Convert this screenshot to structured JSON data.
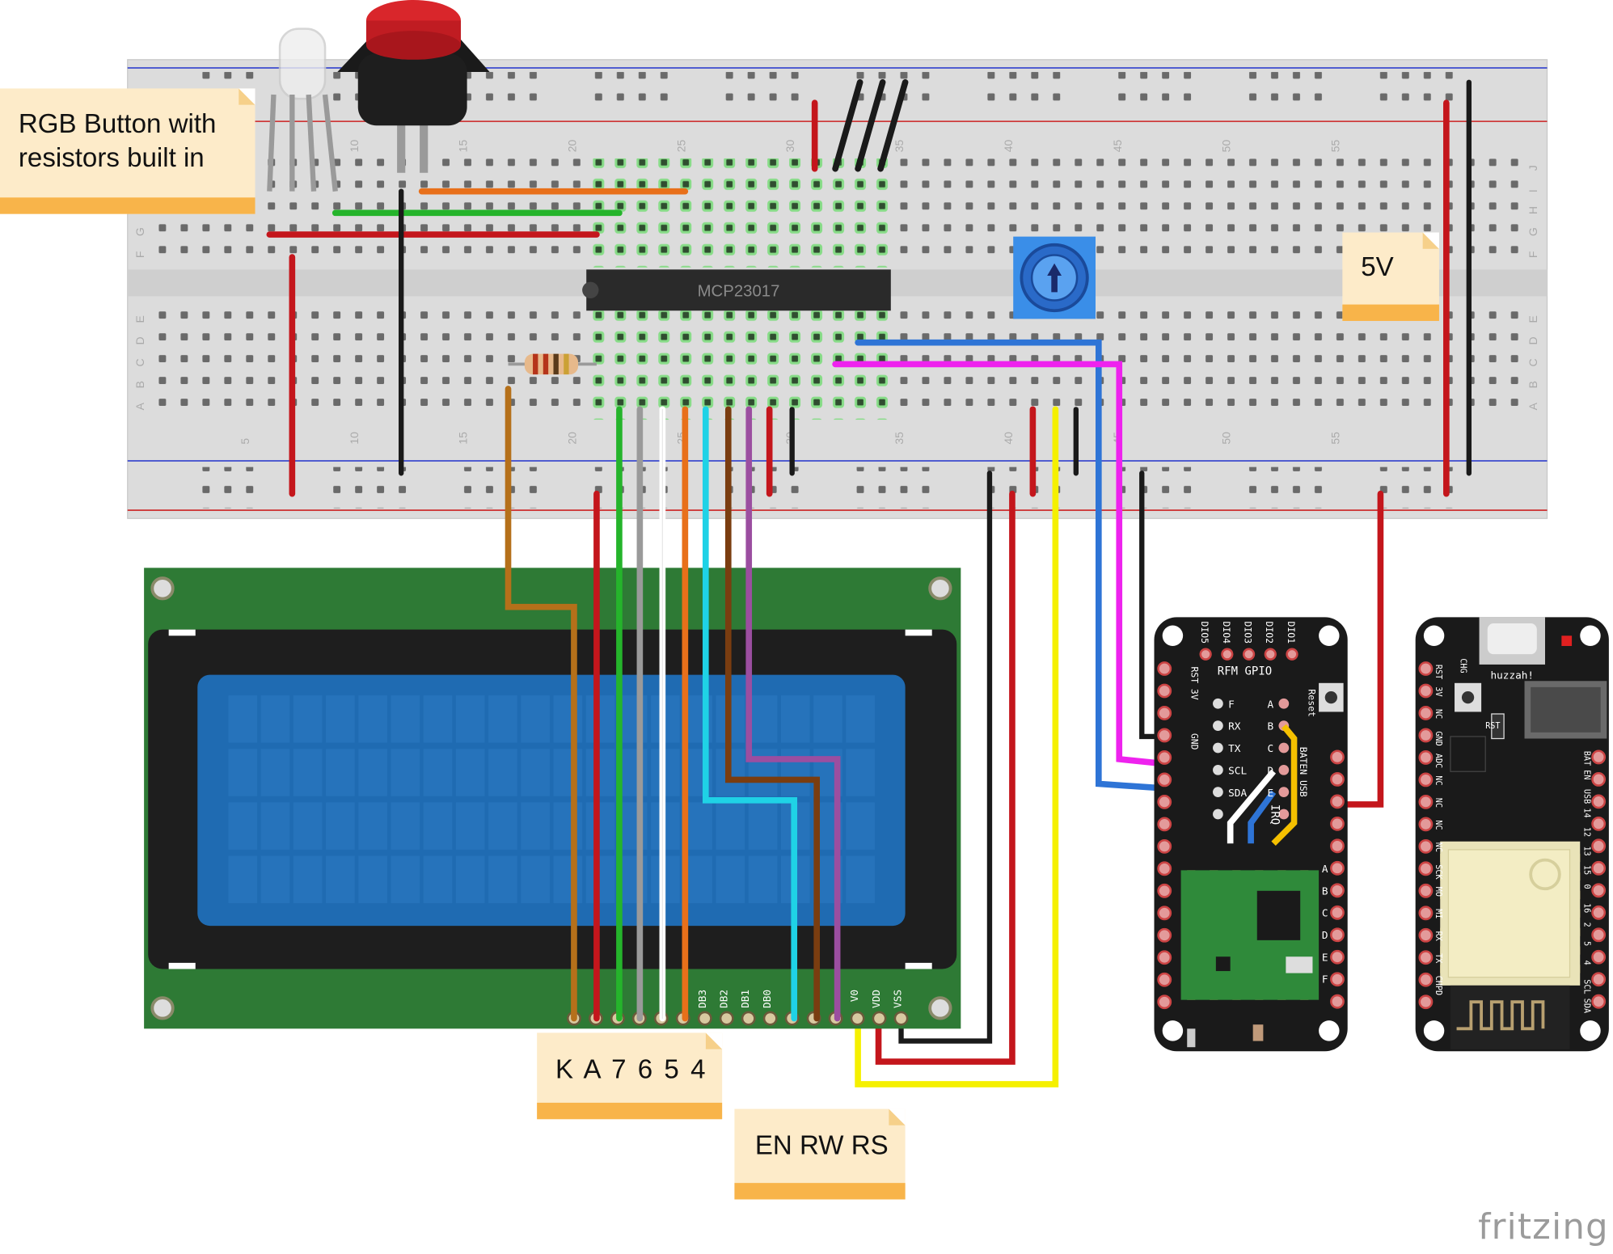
{
  "notes": {
    "rgb_button": "RGB Button with\nresistors built in",
    "five_v": "5V",
    "lcd_pins_left": "K A 7 6 5 4",
    "lcd_pins_right": "EN RW RS"
  },
  "chip_label": "MCP23017",
  "breadboard_numbers": [
    "5",
    "10",
    "15",
    "20",
    "25",
    "30",
    "35",
    "40",
    "45",
    "50",
    "55"
  ],
  "breadboard_rows_top": [
    "J",
    "I",
    "H",
    "G",
    "F"
  ],
  "breadboard_rows_bottom": [
    "E",
    "D",
    "C",
    "B",
    "A"
  ],
  "lcd_pin_labels": [
    "DB3",
    "DB2",
    "DB1",
    "DB0",
    "V0",
    "VDD",
    "VSS"
  ],
  "feather_left": {
    "top_labels": [
      "DIO5",
      "DIO4",
      "DIO3",
      "DIO2",
      "DIO1"
    ],
    "title": "RFM GPIO",
    "reset": "Reset",
    "left_labels": [
      "RST",
      "3V",
      "",
      "GND"
    ],
    "mid_labels": [
      "F",
      "RX",
      "TX",
      "SCL",
      "SDA"
    ],
    "letters": [
      "A",
      "B",
      "C",
      "D",
      "E"
    ],
    "side_right": "BATEN USB",
    "irq": "IRQ",
    "bottom_letters": [
      "A",
      "B",
      "C",
      "D",
      "E",
      "F"
    ]
  },
  "feather_right": {
    "title": "huzzah!",
    "chg": "CHG",
    "rst": "RST",
    "left_labels": [
      "RST",
      "3V",
      "NC",
      "GND",
      "ADC",
      "NC",
      "NC",
      "NC",
      "NC",
      "SCK",
      "MO",
      "MI",
      "RX",
      "TX",
      "CHPD"
    ],
    "right_labels": [
      "BAT",
      "EN",
      "USB",
      "14",
      "12",
      "13",
      "15",
      "0",
      "16",
      "2",
      "5",
      "4",
      "SCL",
      "SDA"
    ]
  },
  "watermark": "fritzing",
  "colors": {
    "wire_red": "#c4161c",
    "wire_black": "#1a1a1a",
    "wire_green": "#25b42b",
    "wire_orange": "#e8701a",
    "wire_blue": "#2e74d6",
    "wire_magenta": "#ee22ee",
    "wire_yellow": "#f5f000",
    "wire_brown": "#b5701a",
    "wire_cyan": "#1fd2e6",
    "wire_purple": "#9b4ea0",
    "wire_grey": "#9a9a9a",
    "wire_white": "#ffffff",
    "wire_darkbrown": "#7a3d10",
    "lcd_pcb": "#2e7a35",
    "lcd_screen": "#1f6bb2",
    "feather_pcb": "#1a1a1a",
    "note_bg": "#fdebc9",
    "note_bar": "#f8b44a"
  }
}
